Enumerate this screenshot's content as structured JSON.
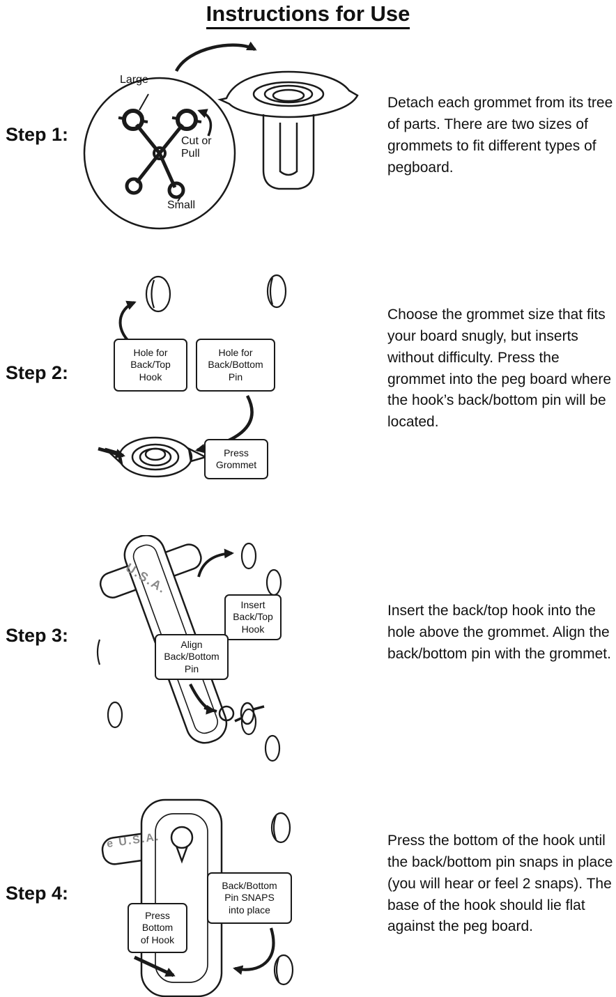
{
  "page": {
    "title": "Instructions for Use"
  },
  "steps": [
    {
      "label": "Step 1:",
      "text": "Detach each grommet from its tree of parts. There are two sizes of grommets to fit different types of pegboard.",
      "callouts": {
        "large": "Large",
        "cut_or_pull": "Cut or\nPull",
        "small": "Small"
      }
    },
    {
      "label": "Step 2:",
      "text": "Choose the grommet size that fits your board snugly, but inserts without difficulty. Press the grommet into the peg board where the hook’s back/bottom pin will be located.",
      "callouts": {
        "hole_back_top": "Hole for\nBack/Top\nHook",
        "hole_back_bottom": "Hole for\nBack/Bottom\nPin",
        "press_grommet": "Press\nGrommet"
      }
    },
    {
      "label": "Step 3:",
      "text": "Insert the back/top hook into the hole above the grommet. Align the back/bottom pin with the grommet.",
      "callouts": {
        "insert_hook": "Insert\nBack/Top\nHook",
        "align_pin": "Align\nBack/Bottom\nPin",
        "usa_marking": "U.S.A."
      }
    },
    {
      "label": "Step 4:",
      "text": "Press the bottom of the hook until the back/bottom pin snaps in place (you will hear or feel 2 snaps). The base of the hook should lie flat against the peg board.",
      "callouts": {
        "pin_snaps": "Back/Bottom\nPin SNAPS\ninto place",
        "press_bottom": "Press\nBottom\nof Hook",
        "usa_marking": "e U.S.A."
      }
    }
  ]
}
